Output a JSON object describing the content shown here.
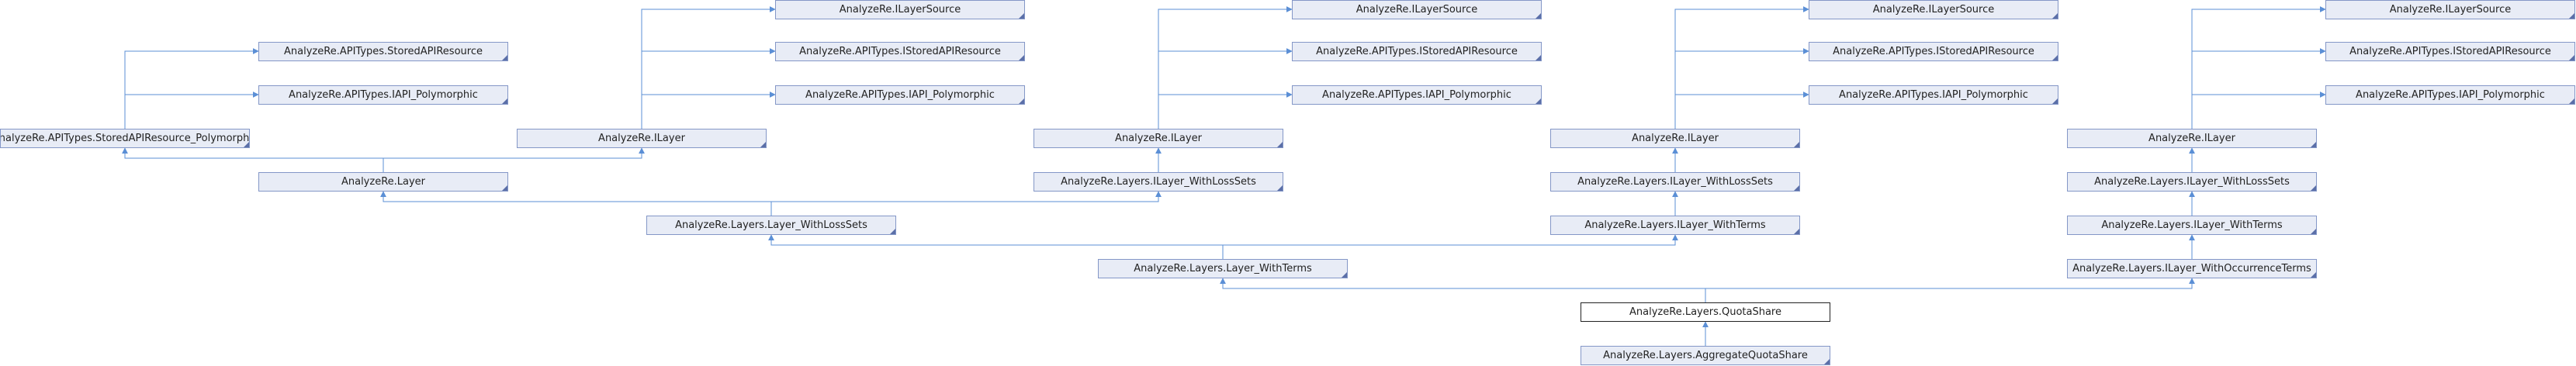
{
  "nodes": {
    "stored_api_resource_polymorphic": "AnalyzeRe.APITypes.StoredAPIResource_Polymorphic",
    "stored_api_resource": "AnalyzeRe.APITypes.StoredAPIResource",
    "iapi_polymorphic": "AnalyzeRe.APITypes.IAPI_Polymorphic",
    "ilayer_source": "AnalyzeRe.ILayerSource",
    "istored_api_resource": "AnalyzeRe.APITypes.IStoredAPIResource",
    "ilayer": "AnalyzeRe.ILayer",
    "layer": "AnalyzeRe.Layer",
    "ilayer_with_loss_sets": "AnalyzeRe.Layers.ILayer_WithLossSets",
    "layer_with_loss_sets": "AnalyzeRe.Layers.Layer_WithLossSets",
    "ilayer_with_terms": "AnalyzeRe.Layers.ILayer_WithTerms",
    "layer_with_terms": "AnalyzeRe.Layers.Layer_WithTerms",
    "ilayer_with_occurrence_terms": "AnalyzeRe.Layers.ILayer_WithOccurrenceTerms",
    "quota_share": "AnalyzeRe.Layers.QuotaShare",
    "aggregate_quota_share": "AnalyzeRe.Layers.AggregateQuotaShare"
  },
  "colors": {
    "edge": "#5b8fd6",
    "node_fill": "#e8ecf6",
    "node_border": "#8497c7",
    "current_border": "#222222"
  }
}
